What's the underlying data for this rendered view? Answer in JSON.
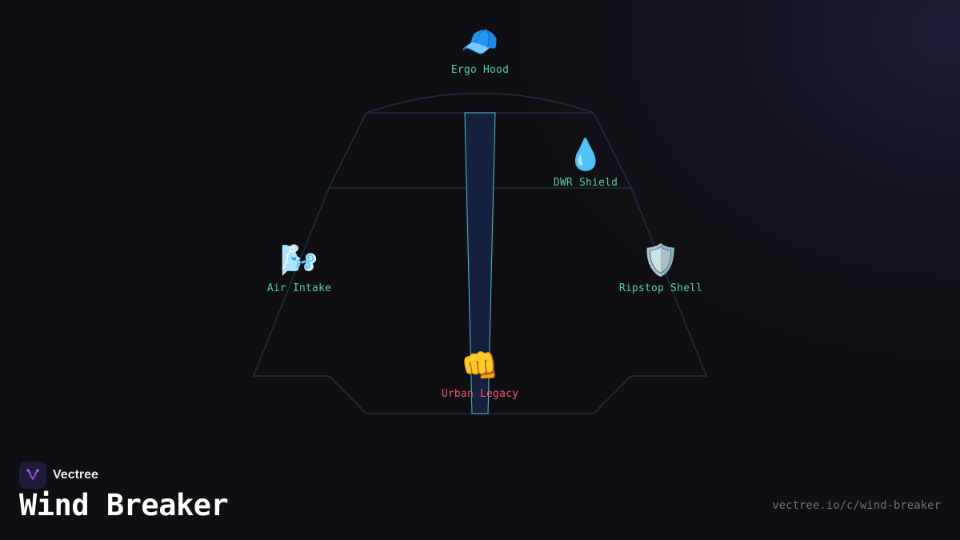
{
  "brand": {
    "name": "Vectree",
    "logo_icon": "vectree-logo-icon"
  },
  "page": {
    "title": "Wind Breaker",
    "url": "vectree.io/c/wind-breaker"
  },
  "colors": {
    "background": "#0f0f13",
    "outline": "#1c2d48",
    "zipper_fill": "#14203d",
    "zipper_stroke": "#4fc3b0",
    "label": "#5fc9a8",
    "label_accent": "#ef5d6c"
  },
  "features": [
    {
      "id": "ergo-hood",
      "label": "Ergo Hood",
      "icon": "cap-icon",
      "glyph": "🧢"
    },
    {
      "id": "dwr-shield",
      "label": "DWR Shield",
      "icon": "droplet-icon",
      "glyph": "💧"
    },
    {
      "id": "air-intake",
      "label": "Air Intake",
      "icon": "wind-gust-icon",
      "glyph": "🌬️"
    },
    {
      "id": "ripstop-shell",
      "label": "Ripstop Shell",
      "icon": "shield-icon",
      "glyph": "🛡️"
    },
    {
      "id": "urban-legacy",
      "label": "Urban Legacy",
      "icon": "fist-icon",
      "glyph": "👊"
    }
  ]
}
